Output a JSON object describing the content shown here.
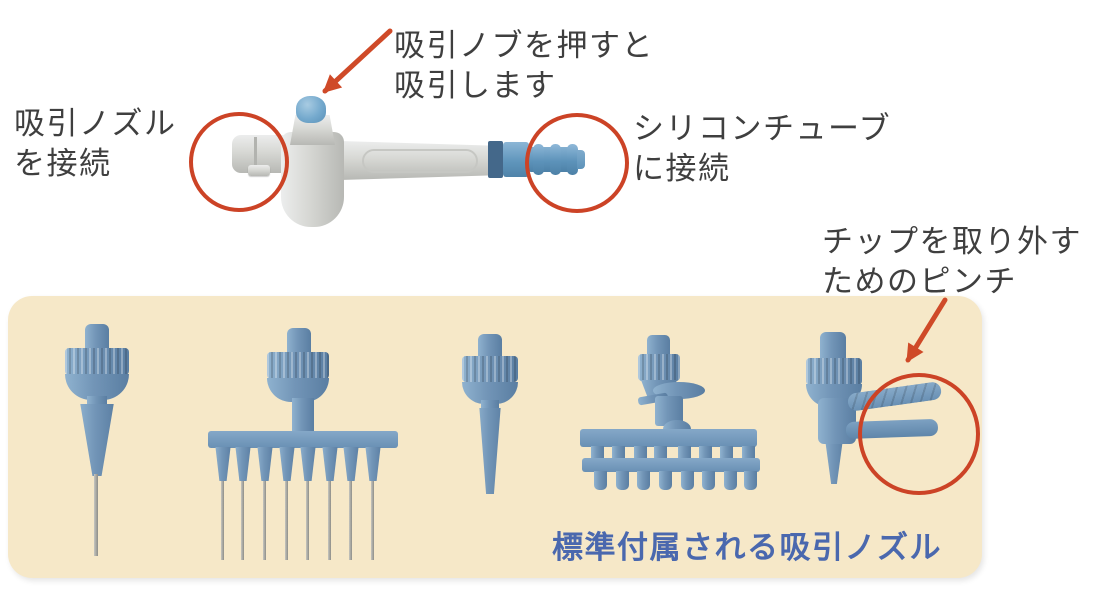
{
  "title": "aspirator-usage-diagram",
  "colors": {
    "page_bg": "#ffffff",
    "panel_bg": "#f6e8c8",
    "annotation_text": "#3f3f3f",
    "caption_text": "#4a68ae",
    "highlight_red": "#cc4326",
    "device_gray": "#d6d7d3",
    "part_blue": "#7295b7",
    "knob_blue": "#74a9cd",
    "needle_gray": "#97978f"
  },
  "annotations": {
    "knob": {
      "line1": "吸引ノブを押すと",
      "line2": "吸引します"
    },
    "nozzle_port": {
      "line1": "吸引ノズル",
      "line2": "を接続"
    },
    "tube_port": {
      "line1": "シリコンチューブ",
      "line2": "に接続"
    },
    "pinch": {
      "line1": "チップを取り外す",
      "line2": "ためのピンチ"
    }
  },
  "panel": {
    "caption": "標準付属される吸引ノズル",
    "figures": [
      {
        "name": "single-needle-nozzle"
      },
      {
        "name": "eight-channel-needle-nozzle"
      },
      {
        "name": "single-short-nozzle"
      },
      {
        "name": "eight-channel-stub-nozzle"
      },
      {
        "name": "nozzle-with-tip-removal-pinch"
      }
    ]
  }
}
